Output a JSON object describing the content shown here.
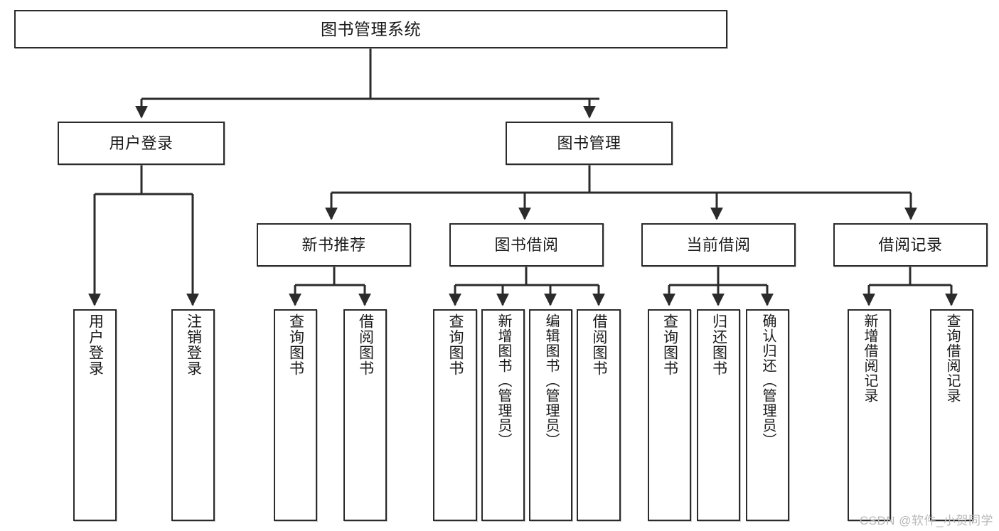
{
  "diagram": {
    "type": "tree-hierarchy",
    "title": "图书管理系统",
    "orientation": "top-down",
    "background_color": "#ffffff",
    "box_border_color": "#2b2b2b",
    "connector_color": "#2b2b2b",
    "text_color": "#1a1a1a"
  },
  "watermark": {
    "text": "CSDN @软件_小贺同学",
    "color": "#b9b9b9"
  },
  "nodes": {
    "root": {
      "label": "图书管理系统",
      "level": 0
    },
    "level1": [
      {
        "id": "user-login",
        "label": "用户登录"
      },
      {
        "id": "book-manage",
        "label": "图书管理"
      }
    ],
    "level2": [
      {
        "id": "new-book-recommend",
        "label": "新书推荐"
      },
      {
        "id": "book-borrow",
        "label": "图书借阅"
      },
      {
        "id": "current-borrow",
        "label": "当前借阅"
      },
      {
        "id": "borrow-record",
        "label": "借阅记录"
      }
    ],
    "leaves": {
      "user-login": [
        {
          "id": "leaf-user-login",
          "label": "用户登录"
        },
        {
          "id": "leaf-logout-login",
          "label": "注销登录"
        }
      ],
      "new-book-recommend": [
        {
          "id": "leaf-query-book-1",
          "label": "查询图书"
        },
        {
          "id": "leaf-borrow-book-1",
          "label": "借阅图书"
        }
      ],
      "book-borrow": [
        {
          "id": "leaf-query-book-2",
          "label": "查询图书"
        },
        {
          "id": "leaf-add-book",
          "label": "新增图书（管理员）"
        },
        {
          "id": "leaf-edit-book",
          "label": "编辑图书（管理员）"
        },
        {
          "id": "leaf-borrow-book-2",
          "label": "借阅图书"
        }
      ],
      "current-borrow": [
        {
          "id": "leaf-query-book-3",
          "label": "查询图书"
        },
        {
          "id": "leaf-return-book",
          "label": "归还图书"
        },
        {
          "id": "leaf-confirm-return",
          "label": "确认归还（管理员）"
        }
      ],
      "borrow-record": [
        {
          "id": "leaf-add-record",
          "label": "新增借阅记录"
        },
        {
          "id": "leaf-query-record",
          "label": "查询借阅记录"
        }
      ]
    }
  }
}
